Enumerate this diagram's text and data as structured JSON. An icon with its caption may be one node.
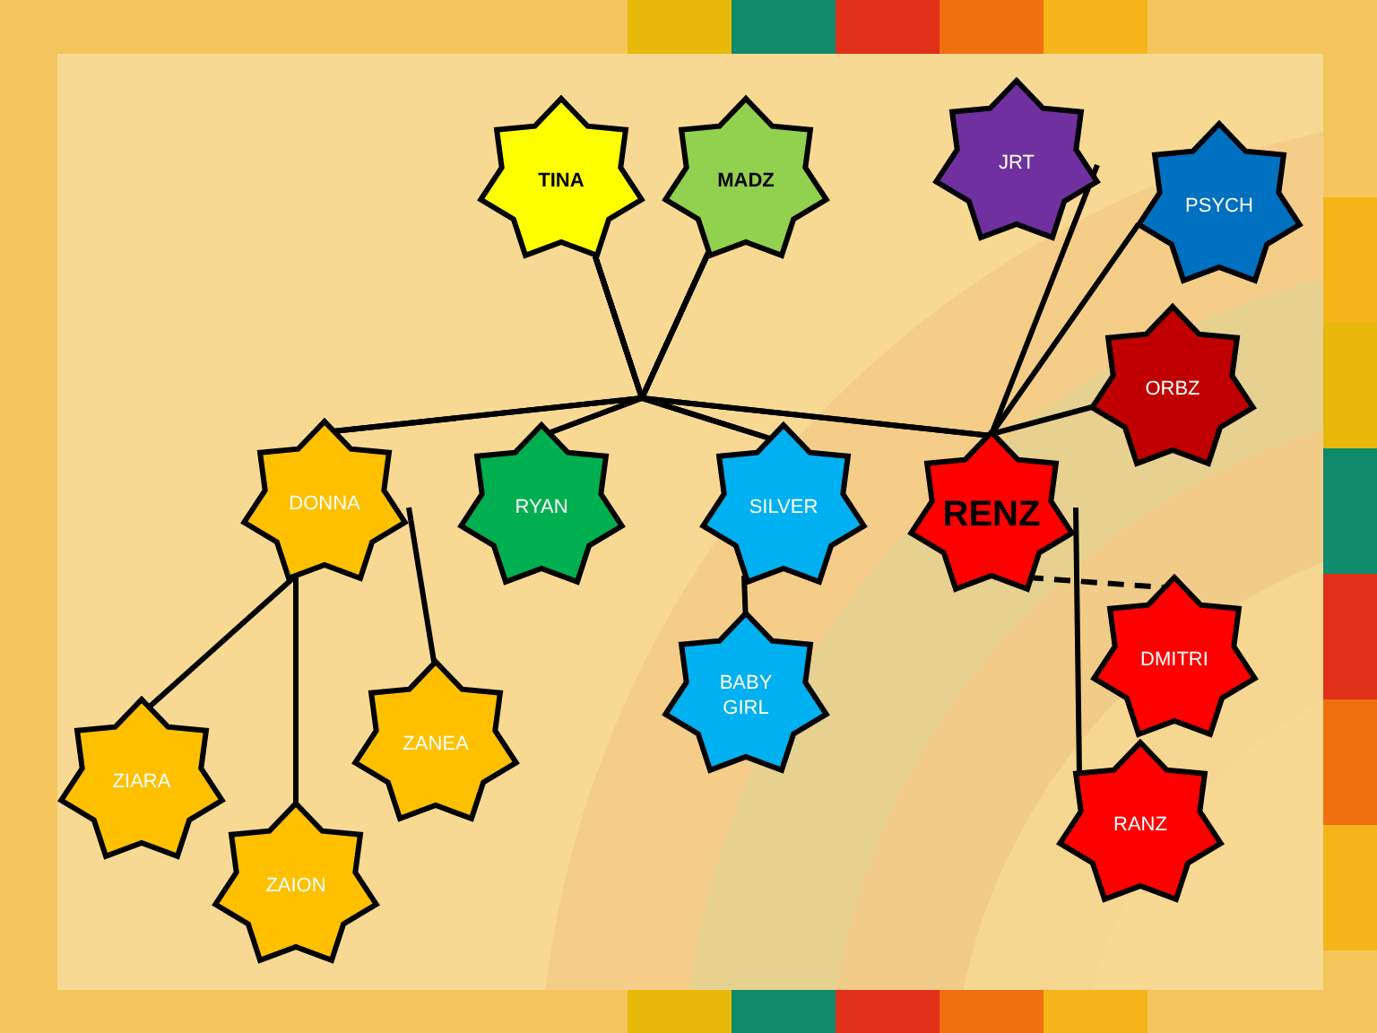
{
  "diagram": {
    "nodes": [
      {
        "text": [
          "TINA"
        ]
      },
      {
        "text": [
          "MADZ"
        ]
      },
      {
        "text": [
          "JRT"
        ]
      },
      {
        "text": [
          "PSYCH"
        ]
      },
      {
        "text": [
          "ORBZ"
        ]
      },
      {
        "text": [
          "DONNA"
        ]
      },
      {
        "text": [
          "RYAN"
        ]
      },
      {
        "text": [
          "SILVER"
        ]
      },
      {
        "text": [
          "RENZ"
        ]
      },
      {
        "text": [
          "BABY GIRL"
        ]
      },
      {
        "text": [
          "DMITRI"
        ]
      },
      {
        "text": [
          "ZANEA"
        ]
      },
      {
        "text": [
          "ZIARA"
        ]
      },
      {
        "text": [
          "RANZ"
        ]
      },
      {
        "text": [
          "ZAION"
        ]
      }
    ],
    "edges": [
      {
        "from": 0,
        "to": 5,
        "arrow": "none"
      },
      {
        "from": 0,
        "to": 6,
        "arrow": "none"
      },
      {
        "from": 0,
        "to": 7,
        "arrow": "none"
      },
      {
        "from": 0,
        "to": 8,
        "arrow": "none"
      },
      {
        "from": 1,
        "to": 5,
        "arrow": "none"
      },
      {
        "from": 1,
        "to": 6,
        "arrow": "none"
      },
      {
        "from": 1,
        "to": 7,
        "arrow": "none"
      },
      {
        "from": 1,
        "to": 8,
        "arrow": "none"
      },
      {
        "from": 8,
        "to": 2,
        "arrow": "none"
      },
      {
        "from": 8,
        "to": 3,
        "arrow": "none"
      },
      {
        "from": 8,
        "to": 4,
        "arrow": "none"
      },
      {
        "from": 8,
        "to": 10,
        "arrow": "none",
        "style": "dashed"
      },
      {
        "from": 8,
        "to": 13,
        "arrow": "none"
      },
      {
        "from": 7,
        "to": 9,
        "arrow": "none"
      },
      {
        "from": 5,
        "to": 12,
        "arrow": "none"
      },
      {
        "from": 5,
        "to": 14,
        "arrow": "none"
      },
      {
        "from": 5,
        "to": 11,
        "arrow": "none"
      }
    ]
  }
}
